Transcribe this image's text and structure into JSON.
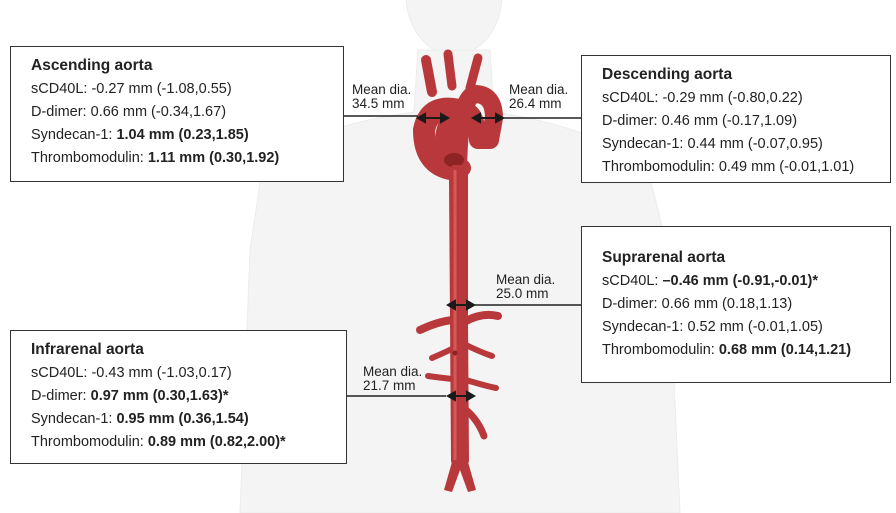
{
  "diameter_label": "Mean dia.",
  "diameters": {
    "ascending": "34.5 mm",
    "descending": "26.4 mm",
    "suprarenal": "25.0 mm",
    "infrarenal": "21.7 mm"
  },
  "boxes": {
    "ascending": {
      "title": "Ascending aorta",
      "rows": [
        {
          "label": "sCD40L: ",
          "value": "-0.27 mm (-1.08,0.55)",
          "bold": false
        },
        {
          "label": "D-dimer: ",
          "value": "0.66 mm (-0.34,1.67)",
          "bold": false
        },
        {
          "label": "Syndecan-1: ",
          "value": "1.04 mm (0.23,1.85)",
          "bold": true
        },
        {
          "label": "Thrombomodulin: ",
          "value": "1.11 mm (0.30,1.92)",
          "bold": true
        }
      ]
    },
    "descending": {
      "title": "Descending aorta",
      "rows": [
        {
          "label": "sCD40L: ",
          "value": "-0.29 mm (-0.80,0.22)",
          "bold": false
        },
        {
          "label": "D-dimer: ",
          "value": "0.46 mm (-0.17,1.09)",
          "bold": false
        },
        {
          "label": "Syndecan-1: ",
          "value": "0.44 mm (-0.07,0.95)",
          "bold": false
        },
        {
          "label": "Thrombomodulin: ",
          "value": "0.49 mm (-0.01,1.01)",
          "bold": false
        }
      ]
    },
    "suprarenal": {
      "title": "Suprarenal aorta",
      "rows": [
        {
          "label": "sCD40L: ",
          "value": "–0.46 mm (-0.91,-0.01)*",
          "bold": true
        },
        {
          "label": "D-dimer: ",
          "value": "0.66 mm (0.18,1.13)",
          "bold": false
        },
        {
          "label": "Syndecan-1: ",
          "value": "0.52 mm (-0.01,1.05)",
          "bold": false
        },
        {
          "label": "Thrombomodulin: ",
          "value": "0.68 mm (0.14,1.21)",
          "bold": true
        }
      ]
    },
    "infrarenal": {
      "title": "Infrarenal aorta",
      "rows": [
        {
          "label": "sCD40L: ",
          "value": "-0.43 mm (-1.03,0.17)",
          "bold": false
        },
        {
          "label": "D-dimer: ",
          "value": "0.97 mm (0.30,1.63)*",
          "bold": true
        },
        {
          "label": "Syndecan-1: ",
          "value": "0.95 mm (0.36,1.54)",
          "bold": true
        },
        {
          "label": "Thrombomodulin: ",
          "value": "0.89 mm (0.82,2.00)*",
          "bold": true
        }
      ]
    }
  },
  "colors": {
    "aorta": "#b8383b",
    "aorta_dark": "#8e2326",
    "aorta_light": "#d45a5a",
    "body_silhouette": "#f3f3f3",
    "arrow": "#1a1a1a",
    "line": "#222222"
  }
}
